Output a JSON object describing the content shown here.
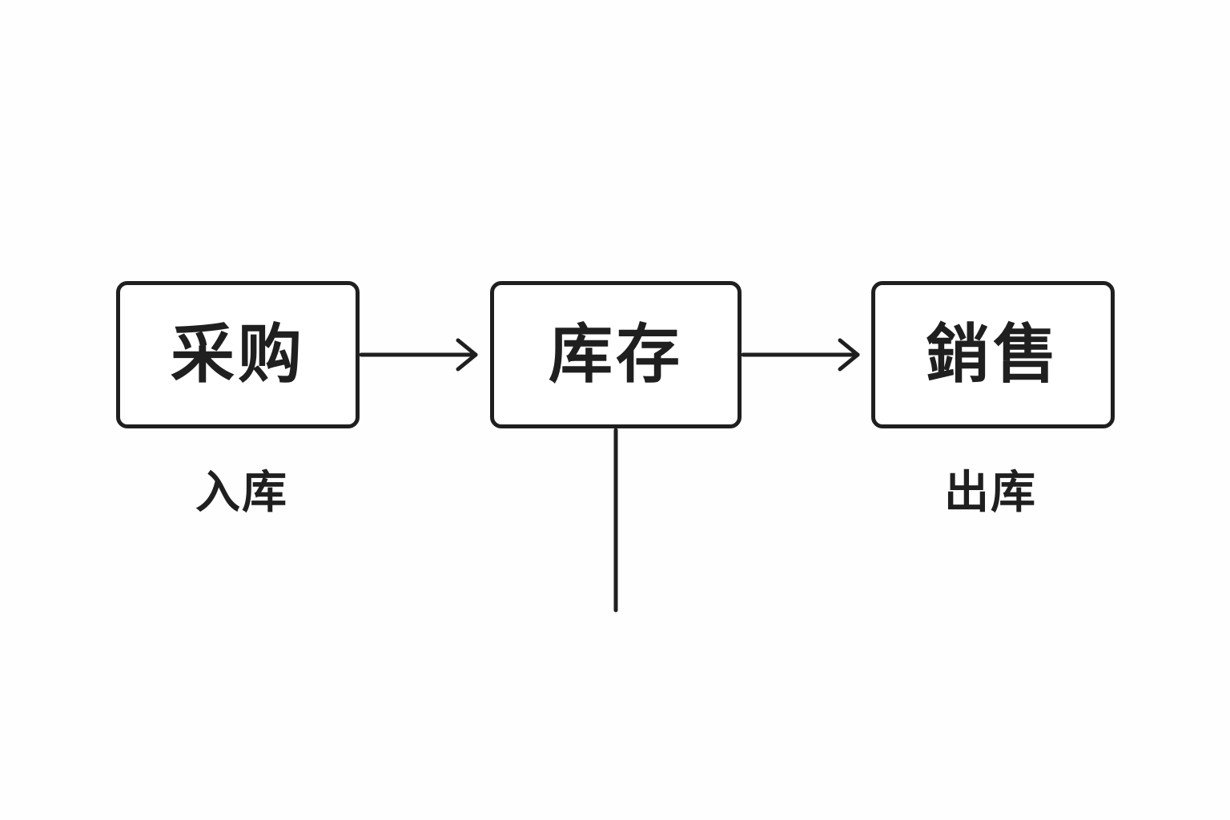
{
  "diagram": {
    "nodes": [
      {
        "id": "purchase",
        "label": "采购"
      },
      {
        "id": "inventory",
        "label": "库存"
      },
      {
        "id": "sales",
        "label": "銷售"
      }
    ],
    "edge_labels": {
      "inbound": "入库",
      "outbound": "出库"
    },
    "edges": [
      {
        "from": "purchase",
        "to": "inventory"
      },
      {
        "from": "inventory",
        "to": "sales"
      }
    ],
    "colors": {
      "stroke": "#1f1f1f",
      "background": "#fefefe"
    }
  }
}
